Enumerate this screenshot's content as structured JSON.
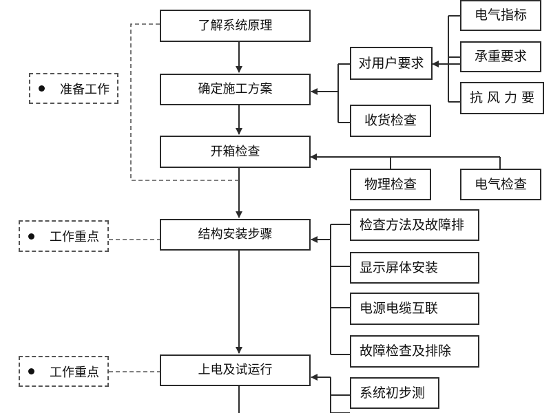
{
  "main_steps": [
    "了解系统原理",
    "确定施工方案",
    "开箱检查",
    "结构安装步骤",
    "上电及试运行"
  ],
  "plan_inputs": {
    "user_requirements": "对用户要求",
    "receipt_check": "收货检查",
    "electrical_spec": "电气指标",
    "load_requirement": "承重要求",
    "wind_requirement": "抗 风 力 要"
  },
  "unboxing_checks": {
    "physical": "物理检查",
    "electrical": "电气检查"
  },
  "install_steps": [
    "检查方法及故障排",
    "显示屏体安装",
    "电源电缆互联",
    "故障检查及排除"
  ],
  "poweron_steps": [
    "系统初步测"
  ],
  "notes": {
    "preparation": "准备工作",
    "focus_1": "工作重点",
    "focus_2": "工作重点"
  }
}
